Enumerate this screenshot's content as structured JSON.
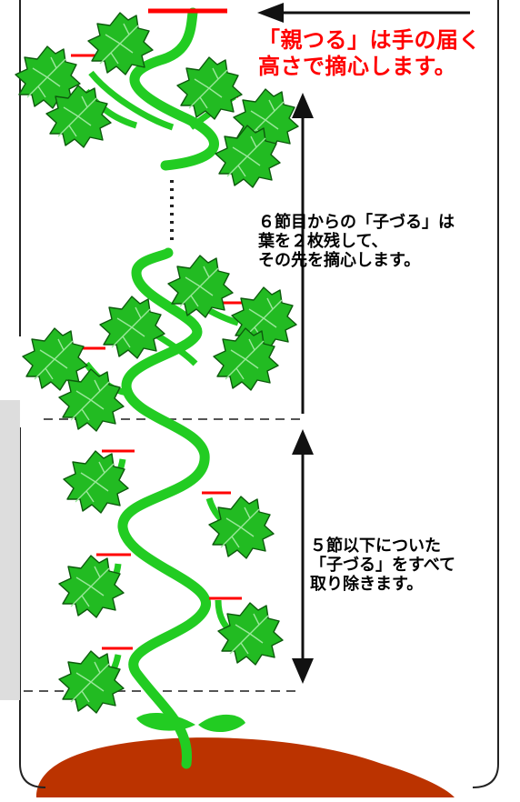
{
  "annotations": {
    "top_note": "「親つる」は手の届く\n高さで摘心します。",
    "mid_note": "６節目からの「子づる」は\n葉を２枚残して、\nその先を摘心します。",
    "low_note": "５節以下についた\n「子づる」をすべて\n取り除きます。"
  },
  "colors": {
    "leaf": "#22bb22",
    "vine": "#22cc22",
    "pinch_mark": "#ff0000",
    "soil": "#bb3300",
    "frame": "#222222"
  },
  "icons": [
    "leaf-icon",
    "arrow-left-icon",
    "double-arrow-icon",
    "soil-mound"
  ]
}
